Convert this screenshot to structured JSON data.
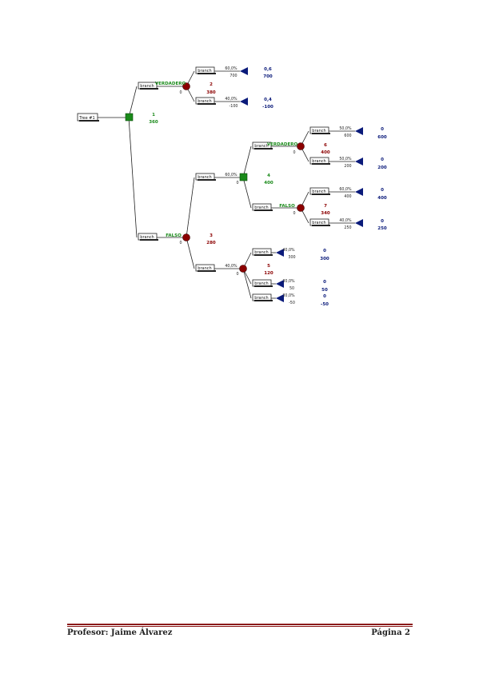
{
  "tree": {
    "root_label": "Tree #1",
    "branch_label": "branch",
    "decision_color": "#1a8a1a",
    "chance_color": "#8b0000",
    "terminal_color": "#0a1a7a",
    "labels": {
      "verdadero_top": "VERDADERO",
      "falso_bottom": "FALSO",
      "verdadero_inner": "VERDADERO",
      "falso_inner": "FALSO"
    },
    "nodes": {
      "n1": {
        "id": "1",
        "value": "360"
      },
      "n2": {
        "id": "2",
        "value": "380"
      },
      "n3": {
        "id": "3",
        "value": "280"
      },
      "n4": {
        "id": "4",
        "value": "400"
      },
      "n5": {
        "id": "5",
        "value": "120"
      },
      "n6": {
        "id": "6",
        "value": "400"
      },
      "n7": {
        "id": "7",
        "value": "340"
      }
    },
    "zeros": {
      "z1": "0",
      "z2": "0",
      "z3": "0",
      "z4": "0",
      "z5": "0",
      "z6": "0",
      "z7": "0"
    },
    "outcomes": {
      "o2a": {
        "prob": "60,0%",
        "payoff": "700",
        "t_prob": "0,6",
        "t_value": "700"
      },
      "o2b": {
        "prob": "40,0%",
        "payoff": "-100",
        "t_prob": "0,4",
        "t_value": "-100"
      },
      "o6a": {
        "prob": "50,0%",
        "payoff": "600",
        "t_prob": "0",
        "t_value": "600"
      },
      "o6b": {
        "prob": "50,0%",
        "payoff": "200",
        "t_prob": "0",
        "t_value": "200"
      },
      "o7a": {
        "prob": "60,0%",
        "payoff": "400",
        "t_prob": "0",
        "t_value": "400"
      },
      "o7b": {
        "prob": "40,0%",
        "payoff": "250",
        "t_prob": "0",
        "t_value": "250"
      },
      "o5a": {
        "prob": "40,0%",
        "payoff": "300",
        "t_prob": "0",
        "t_value": "300"
      },
      "o5b": {
        "prob": "30,0%",
        "payoff": "50",
        "t_prob": "0",
        "t_value": "50"
      },
      "o5c": {
        "prob": "30,0%",
        "payoff": "-50",
        "t_prob": "0",
        "t_value": "-50"
      }
    },
    "inner_branch": {
      "prob": "60,0%",
      "zero": "0"
    },
    "inner_branch_low": {
      "prob": "40,0%",
      "zero": "0"
    }
  },
  "footer": {
    "left": "Profesor: Jaime Álvarez",
    "right": "Página 2",
    "line_color": "#8b1a1a"
  }
}
